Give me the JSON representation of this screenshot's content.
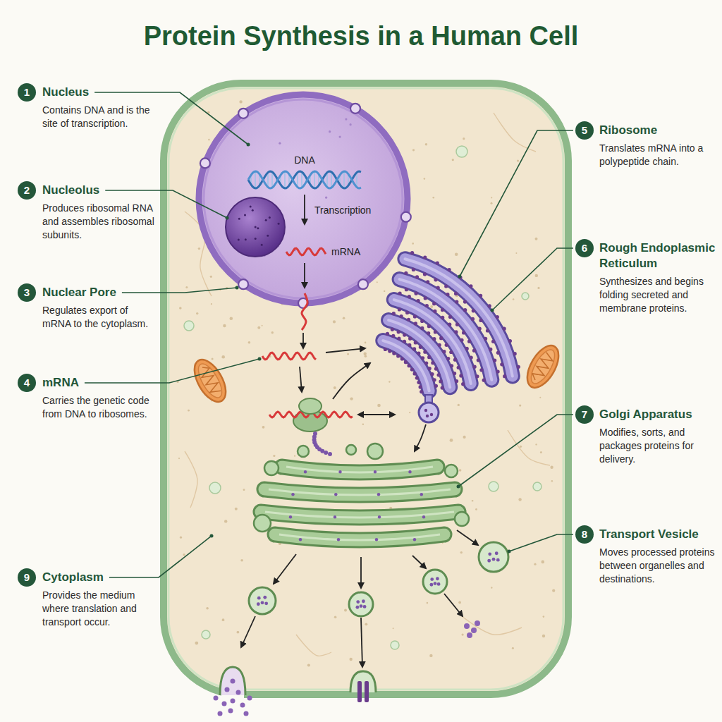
{
  "diagram": {
    "title": "Protein Synthesis in a Human Cell",
    "nodes": [
      {
        "text": [
          "1",
          "Nucleus",
          "Contains DNA and is the site of transcription."
        ]
      },
      {
        "text": [
          "2",
          "Nucleolus",
          "Produces ribosomal RNA and assembles ribosomal subunits."
        ]
      },
      {
        "text": [
          "3",
          "Nuclear Pore",
          "Regulates export of mRNA to the cytoplasm."
        ]
      },
      {
        "text": [
          "4",
          "mRNA",
          "Carries the genetic code from DNA to ribosomes."
        ]
      },
      {
        "text": [
          "5",
          "Ribosome",
          "Translates mRNA into a polypeptide chain."
        ]
      },
      {
        "text": [
          "6",
          "Rough Endoplasmic Reticulum",
          "Synthesizes and begins folding secreted and membrane proteins."
        ]
      },
      {
        "text": [
          "7",
          "Golgi Apparatus",
          "Modifies, sorts, and packages proteins for delivery."
        ]
      },
      {
        "text": [
          "8",
          "Transport Vesicle",
          "Moves processed proteins between organelles and destinations."
        ]
      },
      {
        "text": [
          "9",
          "Cytoplasm",
          "Provides the medium where translation and transport occur."
        ]
      }
    ],
    "labels": [
      "DNA",
      "Transcription",
      "mRNA"
    ]
  }
}
